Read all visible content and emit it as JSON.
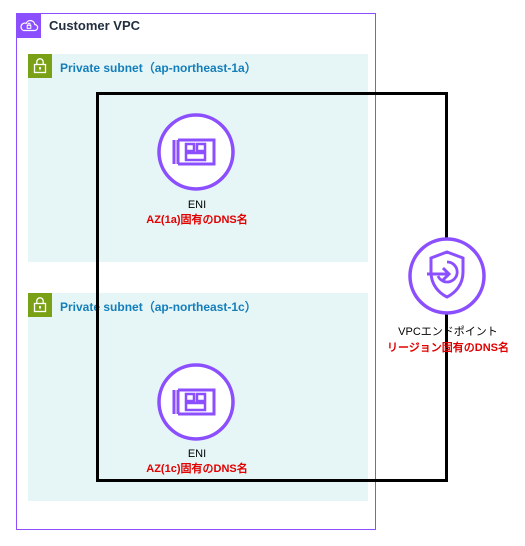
{
  "vpc": {
    "title": "Customer VPC",
    "icon": "vpc-cloud-lock-icon"
  },
  "subnets": [
    {
      "title": "Private subnet（ap-northeast-1a）",
      "icon": "padlock-icon"
    },
    {
      "title": "Private subnet（ap-northeast-1c）",
      "icon": "padlock-icon"
    }
  ],
  "enis": [
    {
      "name": "ENI",
      "dns": "AZ(1a)固有のDNS名",
      "icon": "network-interface-icon"
    },
    {
      "name": "ENI",
      "dns": "AZ(1c)固有のDNS名",
      "icon": "network-interface-icon"
    }
  ],
  "endpoint": {
    "name": "VPCエンドポイント",
    "dns": "リージョン固有のDNS名",
    "icon": "vpc-endpoint-shield-icon"
  },
  "colors": {
    "vpc": "#8c4fff",
    "subnet_fill": "#e6f6f7",
    "subnet_icon": "#7aa116",
    "subnet_text": "#147eba",
    "eni": "#8c4fff",
    "dns_text": "#e00000"
  }
}
